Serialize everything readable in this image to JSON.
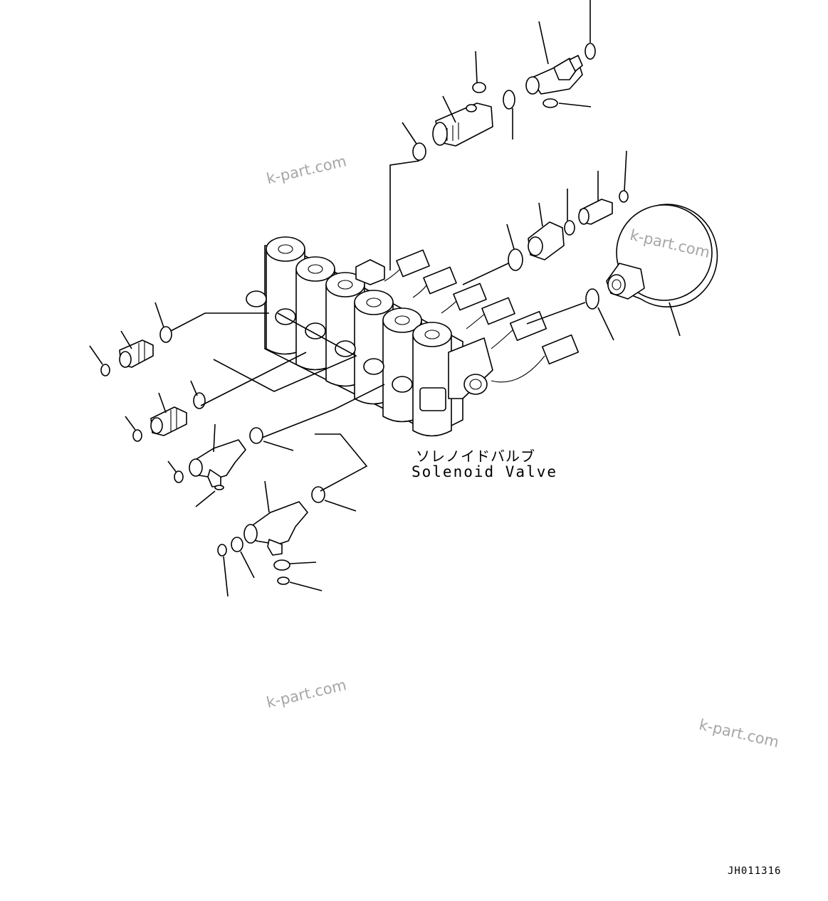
{
  "labels": {
    "title_jp": "ソレノイドバルブ",
    "title_en": "Solenoid Valve",
    "drawing_id": "JH011316"
  },
  "watermarks": [
    "k-part.com",
    "k-part.com",
    "k-part.com",
    "k-part.com"
  ]
}
